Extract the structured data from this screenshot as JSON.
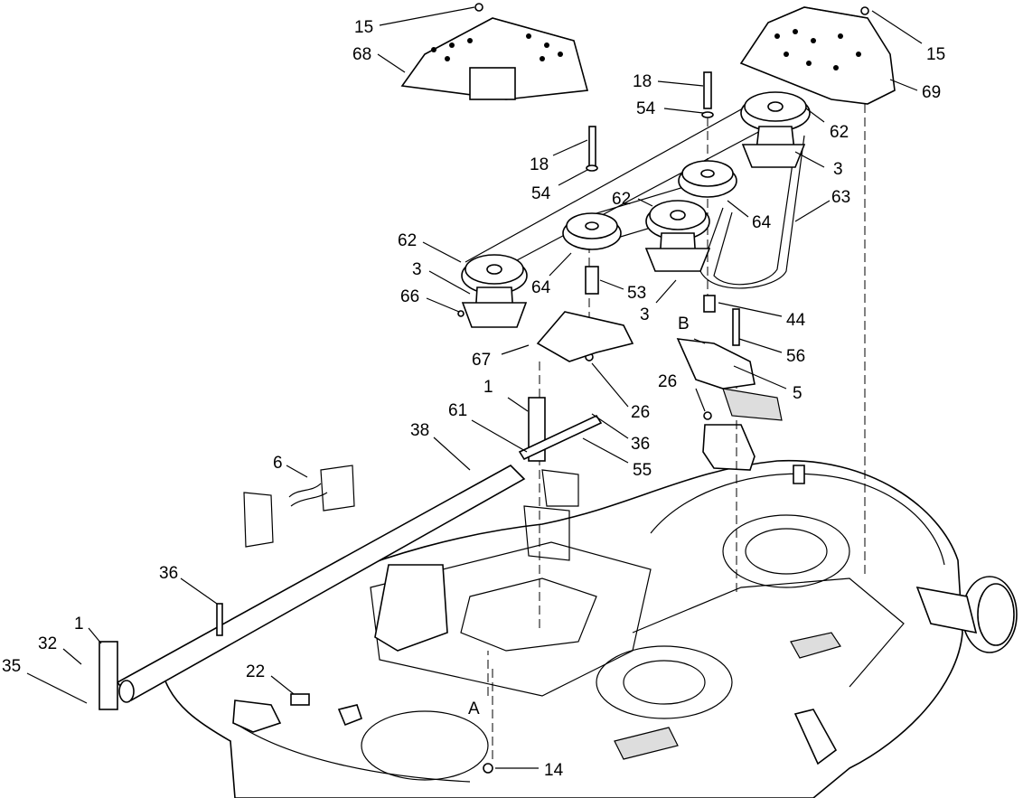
{
  "callouts": [
    {
      "id": "c1",
      "text": "15"
    },
    {
      "id": "c2",
      "text": "68"
    },
    {
      "id": "c3",
      "text": "15"
    },
    {
      "id": "c4",
      "text": "69"
    },
    {
      "id": "c5",
      "text": "18"
    },
    {
      "id": "c6",
      "text": "54"
    },
    {
      "id": "c7",
      "text": "62"
    },
    {
      "id": "c8",
      "text": "3"
    },
    {
      "id": "c9",
      "text": "18"
    },
    {
      "id": "c10",
      "text": "54"
    },
    {
      "id": "c11",
      "text": "62"
    },
    {
      "id": "c12",
      "text": "63"
    },
    {
      "id": "c13",
      "text": "64"
    },
    {
      "id": "c14",
      "text": "62"
    },
    {
      "id": "c15",
      "text": "3"
    },
    {
      "id": "c16",
      "text": "66"
    },
    {
      "id": "c17",
      "text": "64"
    },
    {
      "id": "c18",
      "text": "53"
    },
    {
      "id": "c19",
      "text": "3"
    },
    {
      "id": "c20",
      "text": "44"
    },
    {
      "id": "c21",
      "text": "B"
    },
    {
      "id": "c22",
      "text": "56"
    },
    {
      "id": "c23",
      "text": "67"
    },
    {
      "id": "c24",
      "text": "26"
    },
    {
      "id": "c25",
      "text": "5"
    },
    {
      "id": "c26",
      "text": "1"
    },
    {
      "id": "c27",
      "text": "26"
    },
    {
      "id": "c28",
      "text": "61"
    },
    {
      "id": "c29",
      "text": "38"
    },
    {
      "id": "c30",
      "text": "36"
    },
    {
      "id": "c31",
      "text": "55"
    },
    {
      "id": "c32",
      "text": "6"
    },
    {
      "id": "c33",
      "text": "36"
    },
    {
      "id": "c34",
      "text": "1"
    },
    {
      "id": "c35",
      "text": "32"
    },
    {
      "id": "c36",
      "text": "35"
    },
    {
      "id": "c37",
      "text": "22"
    },
    {
      "id": "c38",
      "text": "A"
    },
    {
      "id": "c39",
      "text": "14"
    }
  ]
}
